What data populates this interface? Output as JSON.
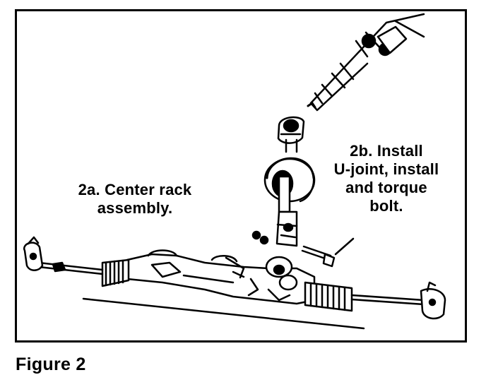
{
  "figure": {
    "caption": "Figure 2",
    "callouts": {
      "center_rack": {
        "line1": "2a.  Center rack",
        "line2": "assembly."
      },
      "ujoint": {
        "line1": "2b. Install",
        "line2": "U-joint,  install",
        "line3": "and torque",
        "line4": "bolt."
      }
    }
  },
  "colors": {
    "ink": "#000000",
    "paper": "#ffffff"
  },
  "illustration": {
    "parts": [
      "steering-shaft",
      "u-joint",
      "boot-seal",
      "pinion-housing",
      "rack-housing",
      "bellows-boot",
      "tie-rod-end",
      "bolt",
      "nut"
    ]
  }
}
